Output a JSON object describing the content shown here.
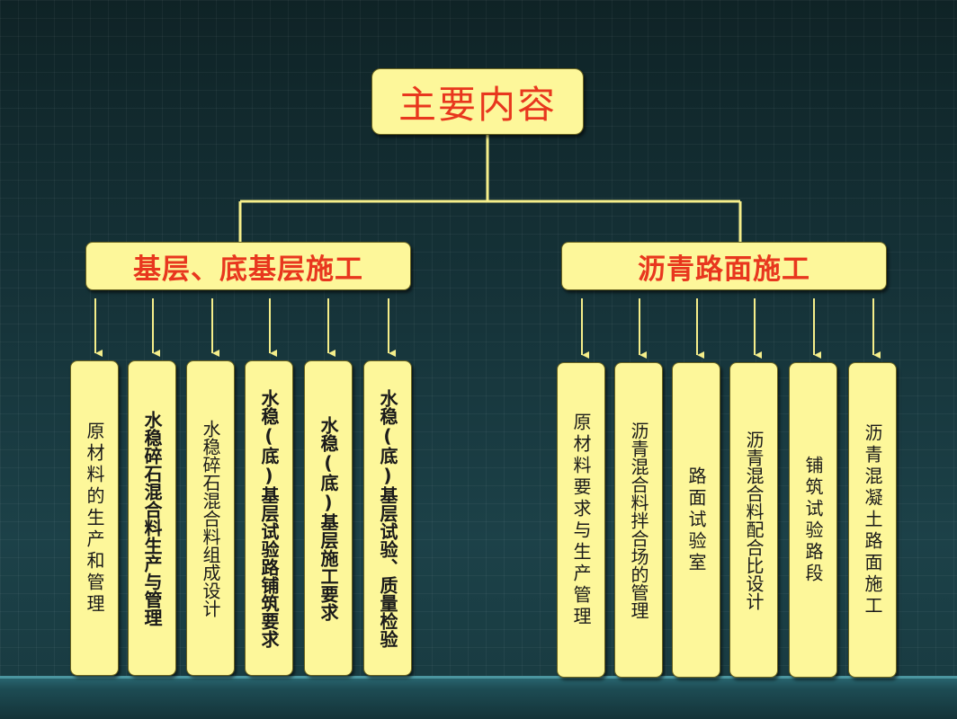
{
  "root": {
    "label": "主要内容"
  },
  "branches": [
    {
      "label": "基层、底基层施工",
      "leaves": [
        {
          "label": "原材料的生产和管理"
        },
        {
          "label": "水稳碎石混合料生产与管理"
        },
        {
          "label": "水稳碎石混合料组成设计"
        },
        {
          "label": "水稳(底)基层试验路铺筑要求"
        },
        {
          "label": "水稳(底)基层施工要求"
        },
        {
          "label": "水稳(底)基层试验、质量检验"
        }
      ]
    },
    {
      "label": "沥青路面施工",
      "leaves": [
        {
          "label": "原材料要求与生产管理"
        },
        {
          "label": "沥青混合料拌合场的管理"
        },
        {
          "label": "路面试验室"
        },
        {
          "label": "沥青混合料配合比设计"
        },
        {
          "label": "铺筑试验路段"
        },
        {
          "label": "沥青混凝土路面施工"
        }
      ]
    }
  ],
  "colors": {
    "box_fill": "#fdf79a",
    "title_text": "#e8371e",
    "connector": "#f5ee8a",
    "background": "#16343a"
  }
}
